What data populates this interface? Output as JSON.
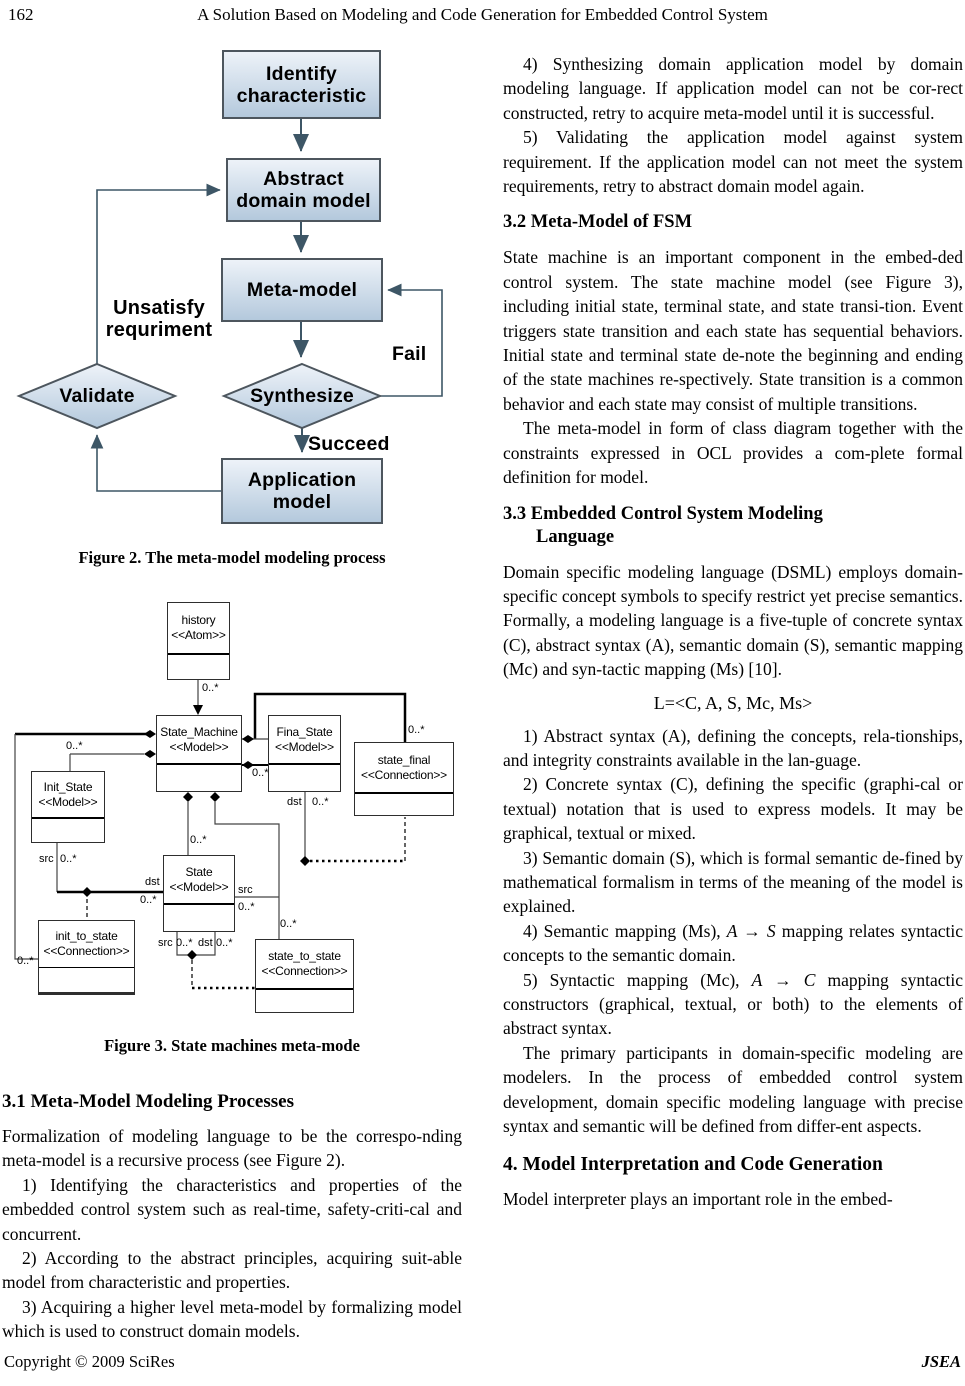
{
  "header": {
    "page_number": "162",
    "title": "A Solution Based on Modeling and Code Generation for Embedded Control System"
  },
  "footer": {
    "copyright": "Copyright © 2009 SciRes",
    "journal": "JSEA"
  },
  "figure2": {
    "caption": "Figure 2. The meta-model modeling process",
    "nodes": {
      "identify": "Identify\ncharacteristic",
      "abstract": "Abstract\ndomain model",
      "meta": "Meta-model",
      "synthesize": "Synthesize",
      "validate": "Validate",
      "application": "Application\nmodel"
    },
    "edge_labels": {
      "unsatisfy": "Unsatisfy\nrequriment",
      "fail": "Fail",
      "succeed": "Succeed"
    },
    "colors": {
      "box_fill_top": "#eef3f9",
      "box_fill_bottom": "#b3c8dc",
      "box_border": "#4d565e",
      "arrow": "#3d5666"
    }
  },
  "figure3": {
    "caption": "Figure 3. State machines meta-mode",
    "mult": "0..*",
    "src": "src",
    "dst": "dst",
    "boxes": [
      {
        "name": "history",
        "stereotype": "<<Atom>>"
      },
      {
        "name": "State_Machine",
        "stereotype": "<<Model>>"
      },
      {
        "name": "Fina_State",
        "stereotype": "<<Model>>"
      },
      {
        "name": "state_final",
        "stereotype": "<<Connection>>"
      },
      {
        "name": "Init_State",
        "stereotype": "<<Model>>"
      },
      {
        "name": "State",
        "stereotype": "<<Model>>"
      },
      {
        "name": "init_to_state",
        "stereotype": "<<Connection>>"
      },
      {
        "name": "state_to_state",
        "stereotype": "<<Connection>>"
      }
    ]
  },
  "left_column": {
    "h31": "3.1 Meta-Model Modeling Processes",
    "p31": "Formalization of modeling language to be the correspo-nding meta-model is a recursive process (see Figure 2).",
    "item1": "1) Identifying the characteristics and properties of the embedded control system such as real-time, safety-criti-cal and concurrent.",
    "item2": "2) According to the abstract principles, acquiring suit-able model from characteristic and properties.",
    "item3": "3) Acquiring a higher level meta-model by formalizing model which is used to construct domain models."
  },
  "right_column": {
    "p4": "4) Synthesizing domain application model by domain modeling language. If application model can not be cor-rect constructed, retry to acquire meta-model until it is successful.",
    "p5": "5) Validating the application model against system requirement. If the application model can not meet the system requirements, retry to abstract domain model again.",
    "h32": "3.2 Meta-Model of FSM",
    "p32a": "State machine is an important component in the embed-ded control system. The state machine model (see Figure 3), including initial state, terminal state, and state transi-tion. Event triggers state transition and each state has sequential behaviors. Initial state and terminal state de-note the beginning and ending of the state machines re-spectively. State transition is a common behavior and each state may consist of multiple transitions.",
    "p32b": "The meta-model in form of class diagram together with the constraints expressed in OCL provides a com-plete formal definition for model.",
    "h33_line1": "3.3 Embedded Control System Modeling",
    "h33_line2": "Language",
    "p33a": "Domain specific modeling language (DSML) employs domain-specific concept symbols to specify restrict yet precise semantics. Formally, a modeling language is a five-tuple of concrete syntax (C), abstract syntax (A), semantic domain (S), semantic mapping (Mc) and syn-tactic mapping (Ms) [10].",
    "formula": "L=<C, A, S, Mc, Ms>",
    "li1": "1) Abstract syntax (A), defining the concepts, rela-tionships, and integrity constraints available in the lan-guage.",
    "li2": "2) Concrete syntax (C), defining the specific (graphi-cal or textual) notation that is used to express models. It may be graphical, textual or mixed.",
    "li3": "3) Semantic domain (S), which is formal semantic de-fined by mathematical formalism in terms of the meaning of the model is explained.",
    "li4_pre": "4) Semantic mapping (Ms), ",
    "li4_math": "A → S",
    "li4_post": " mapping relates syntactic concepts to the semantic domain.",
    "li5_pre": "5) Syntactic mapping (Mc), ",
    "li5_math": "A → C",
    "li5_post": " mapping syntactic constructors (graphical, textual, or both) to the elements of abstract syntax.",
    "p33b": "The primary participants in domain-specific modeling are modelers. In the process of embedded control system development, domain specific modeling language with precise syntax and semantic will be defined from differ-ent aspects.",
    "h4": "4. Model Interpretation and Code Generation",
    "p4intro": "Model interpreter plays an important role in the embed-"
  }
}
